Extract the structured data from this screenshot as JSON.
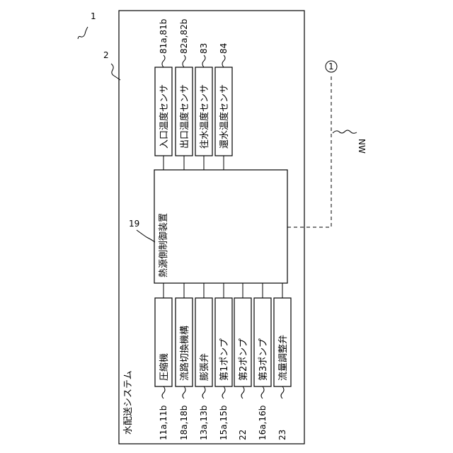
{
  "figure_ref": "1",
  "system": {
    "ref": "2",
    "label": "水配送システム"
  },
  "controller": {
    "ref": "19",
    "label": "熱源側制御装置"
  },
  "network": {
    "label": "NW",
    "connector": "1"
  },
  "sensors": [
    {
      "label": "入口温度センサ",
      "ref": "81a,81b"
    },
    {
      "label": "出口温度センサ",
      "ref": "82a,82b"
    },
    {
      "label": "往水温度センサ",
      "ref": "83"
    },
    {
      "label": "還水温度センサ",
      "ref": "84"
    }
  ],
  "actuators": [
    {
      "label": "圧縮機",
      "ref": "11a,11b"
    },
    {
      "label": "流路切換機構",
      "ref": "18a,18b"
    },
    {
      "label": "膨張弁",
      "ref": "13a,13b"
    },
    {
      "label": "第1ポンプ",
      "ref": "15a,15b"
    },
    {
      "label": "第2ポンプ",
      "ref": "22"
    },
    {
      "label": "第3ポンプ",
      "ref": "16a,16b"
    },
    {
      "label": "流量調整弁",
      "ref": "23"
    }
  ]
}
